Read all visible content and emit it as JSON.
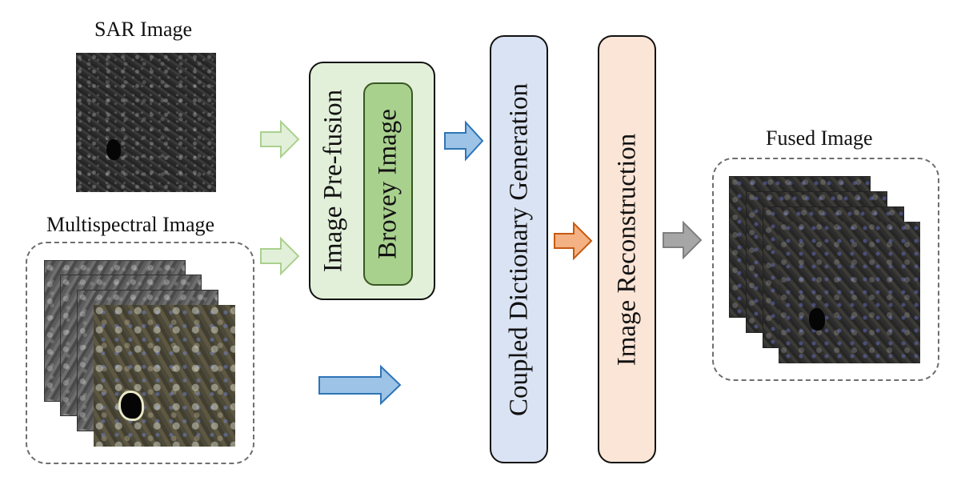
{
  "labels": {
    "sar_title": "SAR Image",
    "ms_title": "Multispectral Image",
    "fused_title": "Fused Image",
    "prefusion": "Image Pre-fusion",
    "brovey": "Brovey Image",
    "dictionary": "Coupled Dictionary Generation",
    "reconstruction": "Image Reconstruction"
  },
  "colors": {
    "prefusion_fill": "#e2f0d9",
    "brovey_fill": "#a9d18e",
    "brovey_border": "#385723",
    "dictionary_fill": "#dae3f3",
    "reconstruction_fill": "#fbe5d6",
    "arrow_green_fill": "#e2f0d9",
    "arrow_green_stroke": "#a9d18e",
    "arrow_blue_fill": "#9dc3e6",
    "arrow_blue_stroke": "#2e75b6",
    "arrow_orange_fill": "#f4b183",
    "arrow_orange_stroke": "#c55a11",
    "arrow_gray_fill": "#a6a6a6",
    "arrow_gray_stroke": "#7f7f7f"
  }
}
